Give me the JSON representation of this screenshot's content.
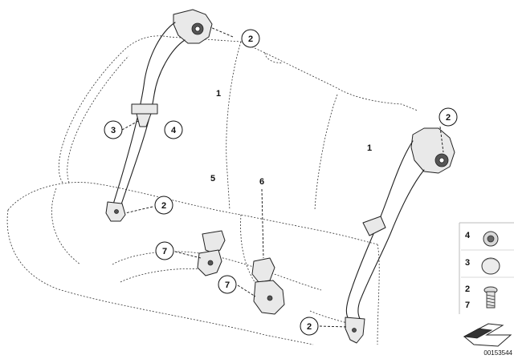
{
  "diagram": {
    "callouts": [
      "2",
      "1",
      "3",
      "4",
      "5",
      "6",
      "2",
      "7",
      "7",
      "1",
      "2",
      "2"
    ],
    "legend": [
      "4",
      "3",
      "2",
      "7"
    ],
    "diagram_id": "00153544"
  }
}
